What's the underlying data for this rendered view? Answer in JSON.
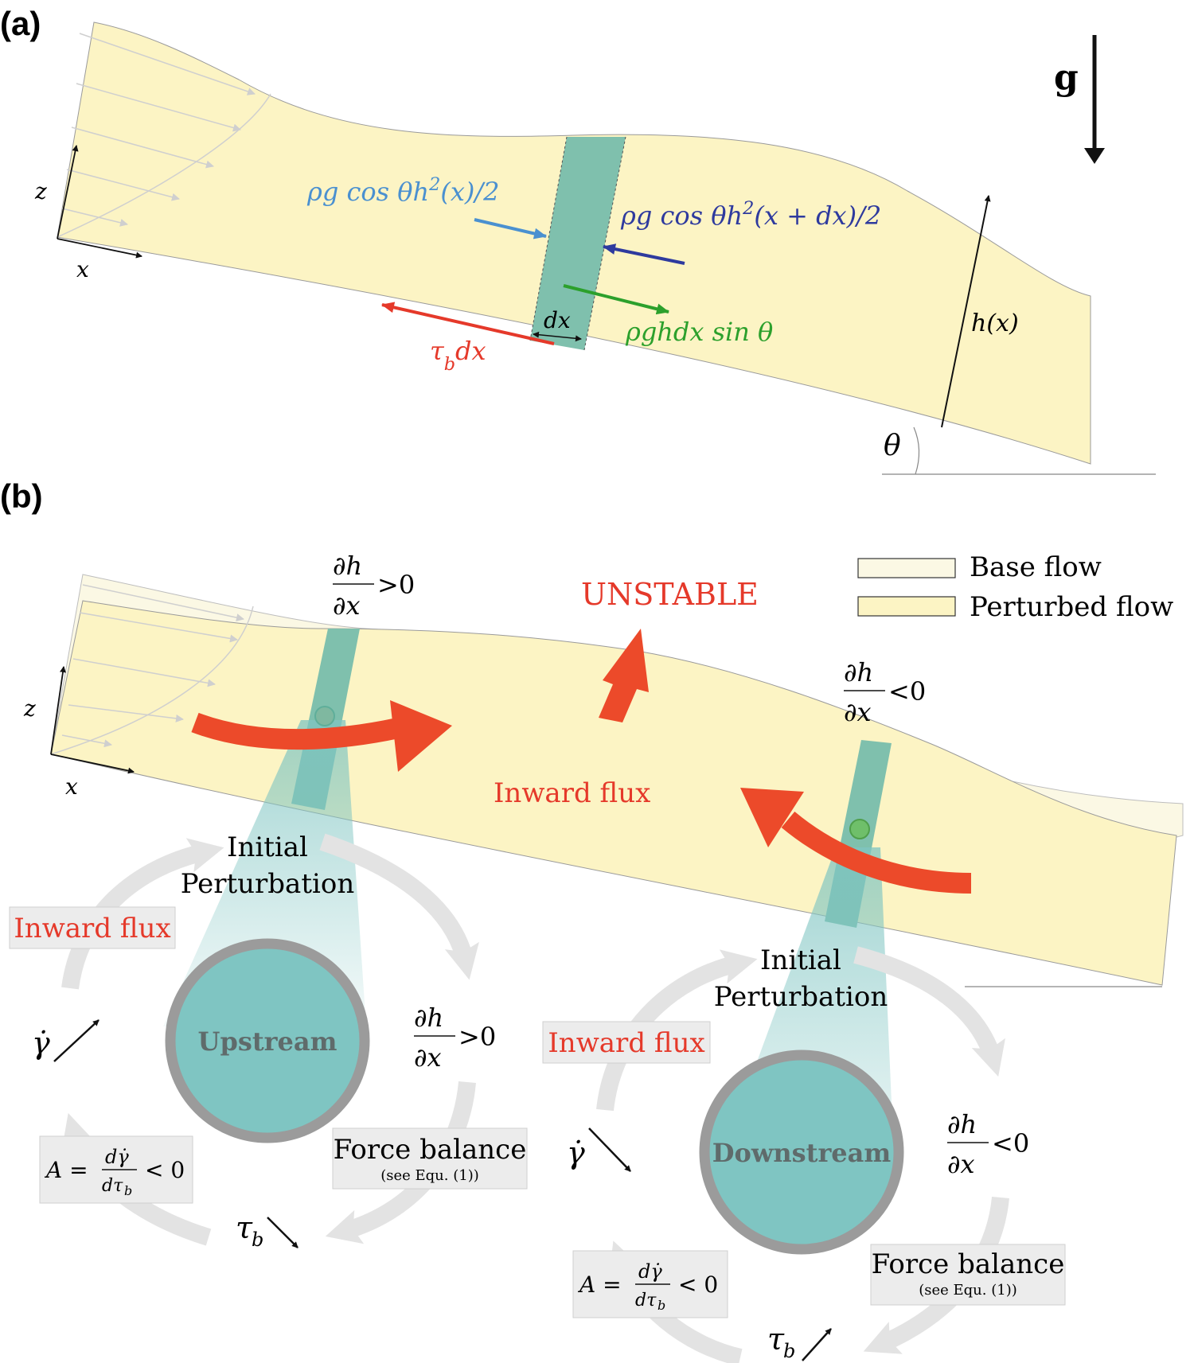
{
  "colors": {
    "perturbed_fill": "#fcf4c4",
    "base_fill": "#fbf8e4",
    "column_fill": "#7fc0ad",
    "column_dark": "#5fae9a",
    "arrow_red": "#ec4a2a",
    "text_red": "#e5392a",
    "pressure_light_blue": "#4a90d0",
    "pressure_dark_blue": "#2e3a9e",
    "gravity_green": "#2ca02c",
    "cycle_grey": "#e3e3e3",
    "circle_fill": "#7fc5c2",
    "circle_ring": "#9b9b9b",
    "label_box": "#ececec"
  },
  "panel_a": {
    "label": "(a)",
    "gravity": "g",
    "axis_z": "z",
    "axis_x": "x",
    "pressure_left": "ρg cos θh²(x)/2",
    "pressure_right": "ρg cos θh²(x + dx)/2",
    "gravity_force": "ρghdx sin θ",
    "shear_force": "τ_b dx",
    "width_label": "dx",
    "height_label": "h(x)",
    "angle_label": "θ"
  },
  "panel_b": {
    "label": "(b)",
    "axis_z": "z",
    "axis_x": "x",
    "grad_pos": "∂h/∂x > 0",
    "grad_neg": "∂h/∂x < 0",
    "unstable": "UNSTABLE",
    "inward_flux": "Inward flux",
    "legend": {
      "base": "Base flow",
      "perturbed": "Perturbed flow"
    },
    "cycles": [
      {
        "center_label": "Upstream",
        "initial": [
          "Initial",
          "Perturbation"
        ],
        "flux_box": "Inward flux",
        "gradient": "∂h/∂x > 0",
        "force_balance": "Force balance",
        "force_note": "(see Equ. (1))",
        "shear": "τ_b",
        "shear_dir": "down",
        "strain_dir": "up",
        "a_def": "A = dγ̇/dτ_b < 0"
      },
      {
        "center_label": "Downstream",
        "initial": [
          "Initial",
          "Perturbation"
        ],
        "flux_box": "Inward flux",
        "gradient": "∂h/∂x < 0",
        "force_balance": "Force balance",
        "force_note": "(see Equ. (1))",
        "shear": "τ_b",
        "shear_dir": "up",
        "strain_dir": "down",
        "a_def": "A = dγ̇/dτ_b < 0"
      }
    ]
  }
}
